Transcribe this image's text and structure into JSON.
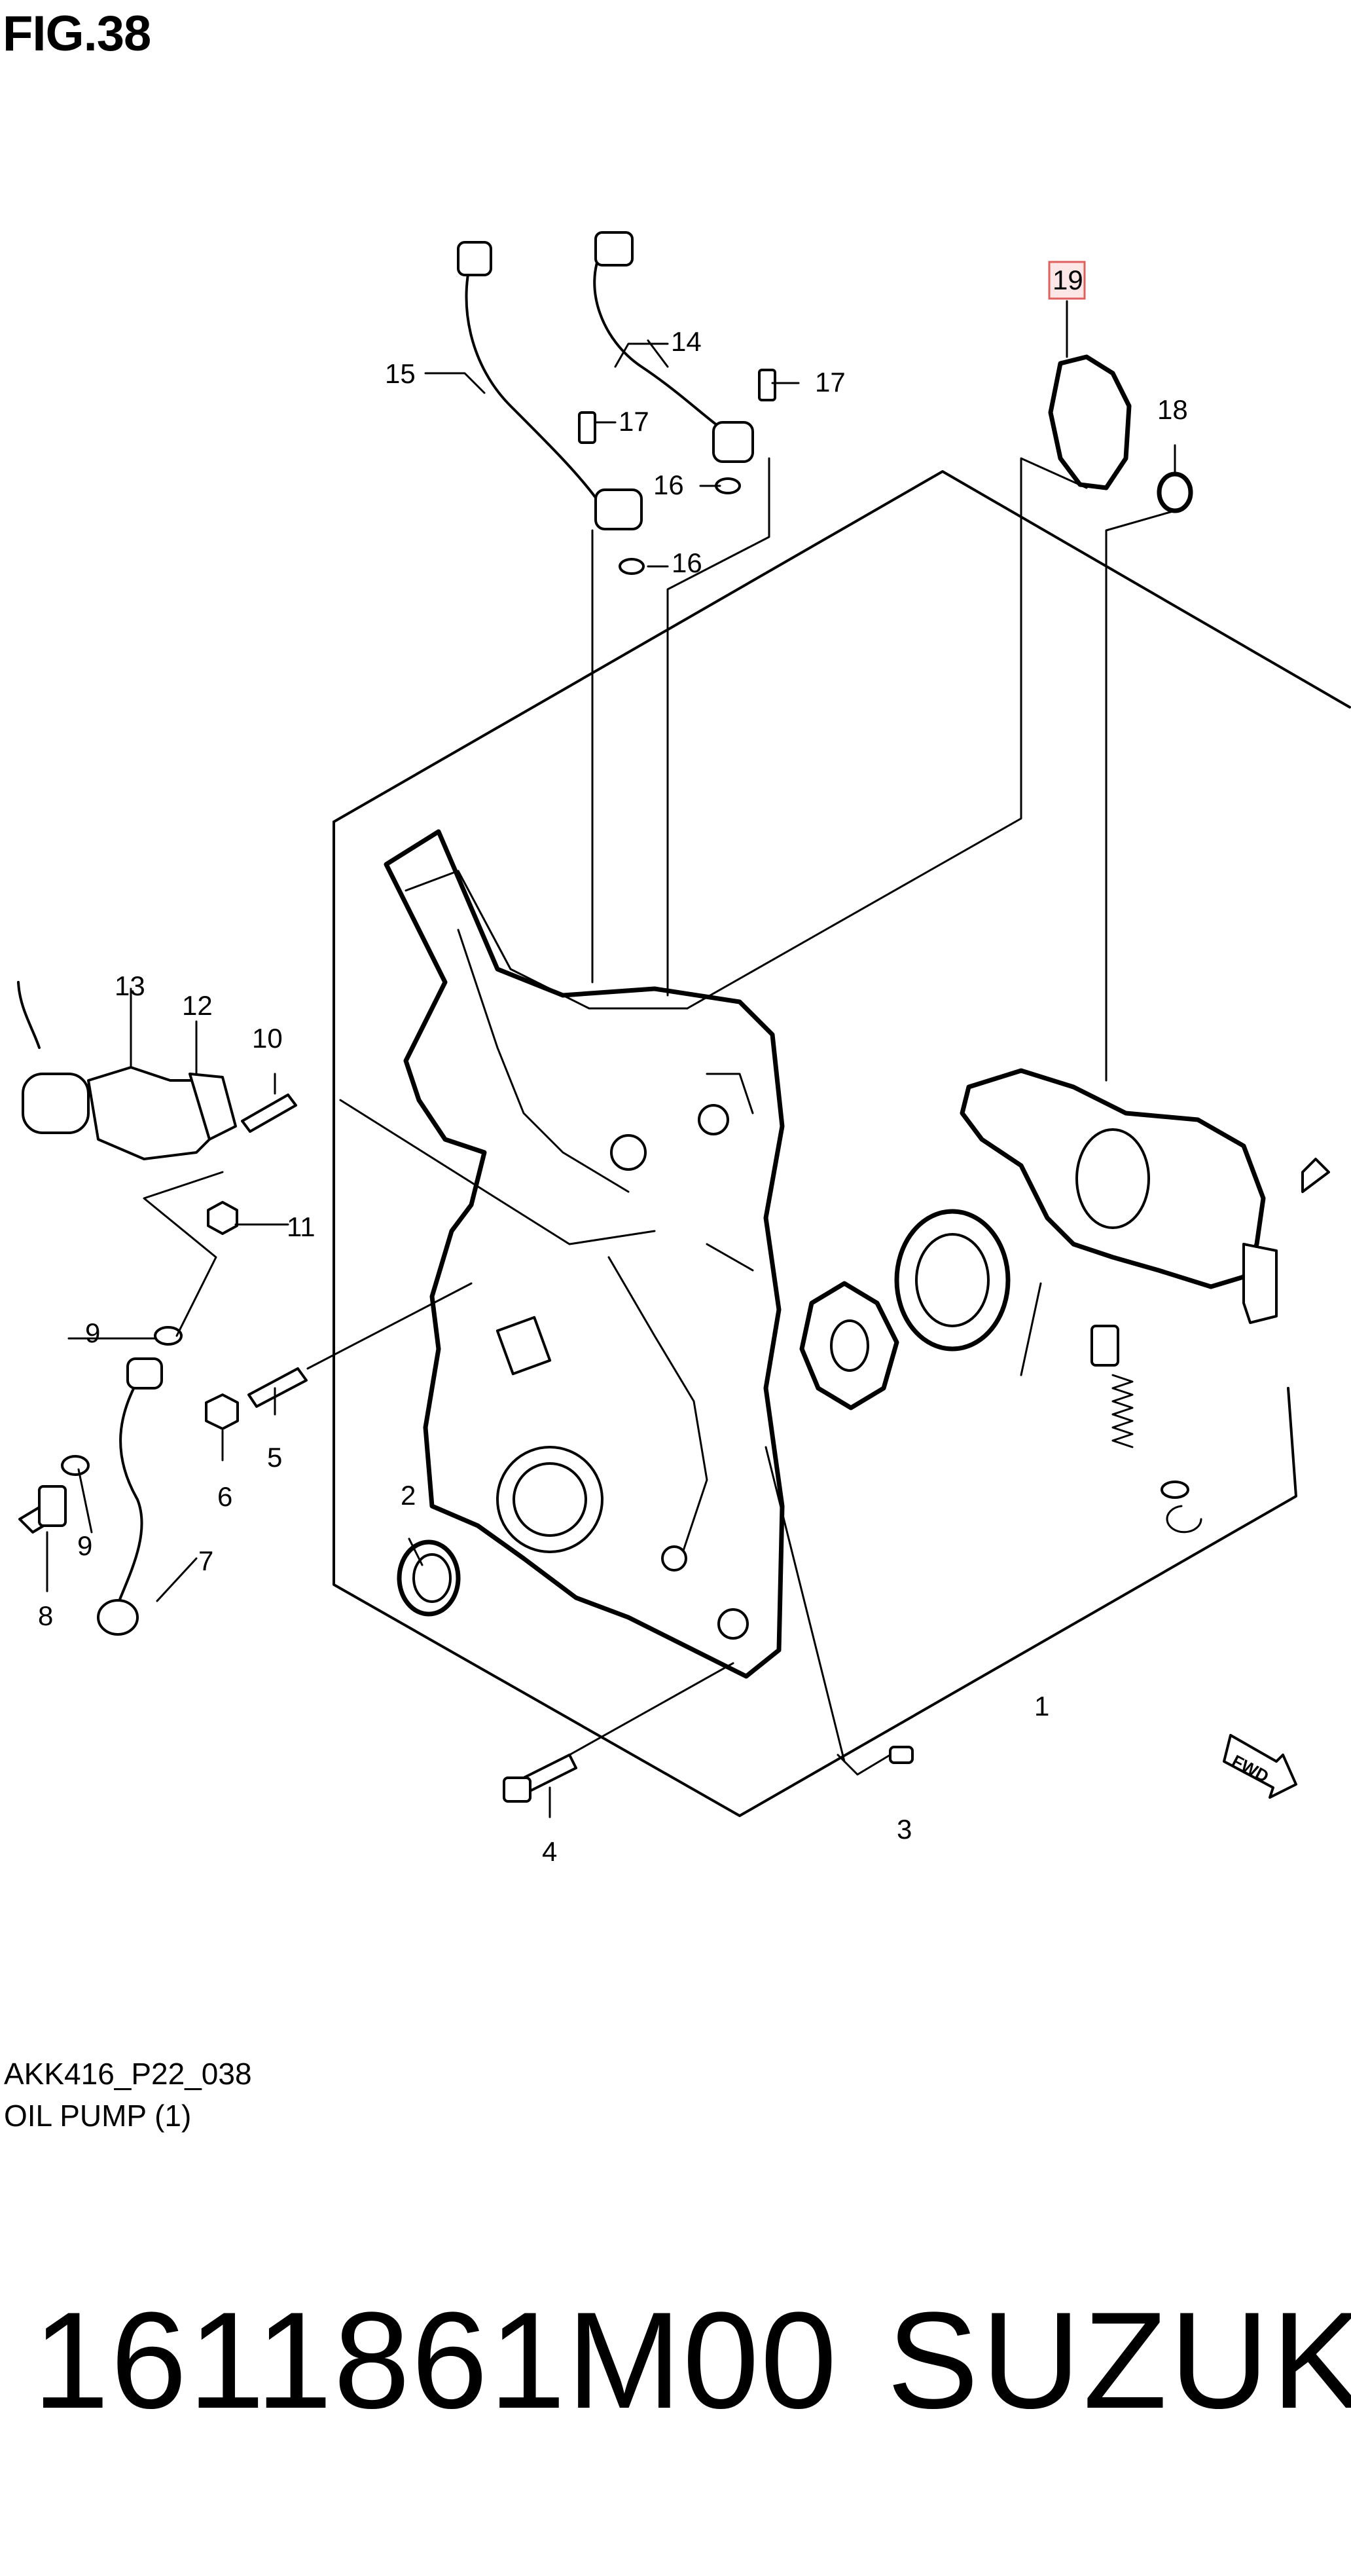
{
  "figure": {
    "title": "FIG.38",
    "code": "AKK416_P22_038",
    "caption": "OIL PUMP (1)"
  },
  "callouts": [
    "1",
    "2",
    "3",
    "4",
    "5",
    "6",
    "7",
    "8",
    "9",
    "9",
    "10",
    "11",
    "12",
    "13",
    "14",
    "15",
    "16",
    "16",
    "17",
    "17",
    "18",
    "19"
  ],
  "highlighted_callout": "19",
  "highlight_color": "#e06060",
  "footer": {
    "part_number": "1611861M00",
    "brand": "SUZUKI"
  }
}
